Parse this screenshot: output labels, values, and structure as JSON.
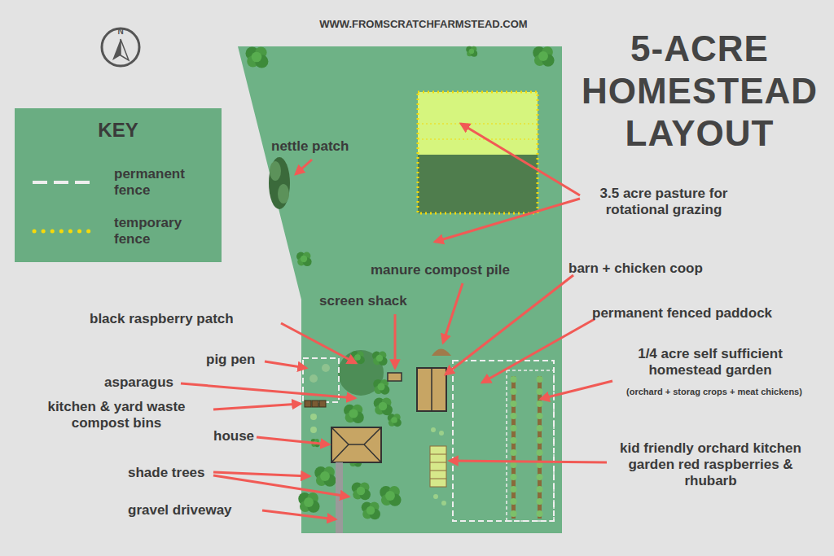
{
  "diagram": {
    "title": "5-ACRE HOMESTEAD LAYOUT",
    "labels": [
      "WWW.FROMSCRATCHFARMSTEAD.COM",
      "N",
      "nettle patch",
      "3.5 acre pasture for rotational grazing",
      "manure compost pile",
      "barn + chicken coop",
      "screen shack",
      "black raspberry patch",
      "permanent fenced paddock",
      "pig pen",
      "1/4 acre self sufficient homestead garden",
      "(orchard + storag crops + meat chickens)",
      "asparagus",
      "kitchen & yard waste compost bins",
      "house",
      "kid friendly orchard kitchen garden red raspberries & rhubarb",
      "shade trees",
      "gravel driveway",
      "KEY"
    ],
    "legend": [
      {
        "text": "permanent fence"
      },
      {
        "text": "temporary fence"
      }
    ]
  }
}
